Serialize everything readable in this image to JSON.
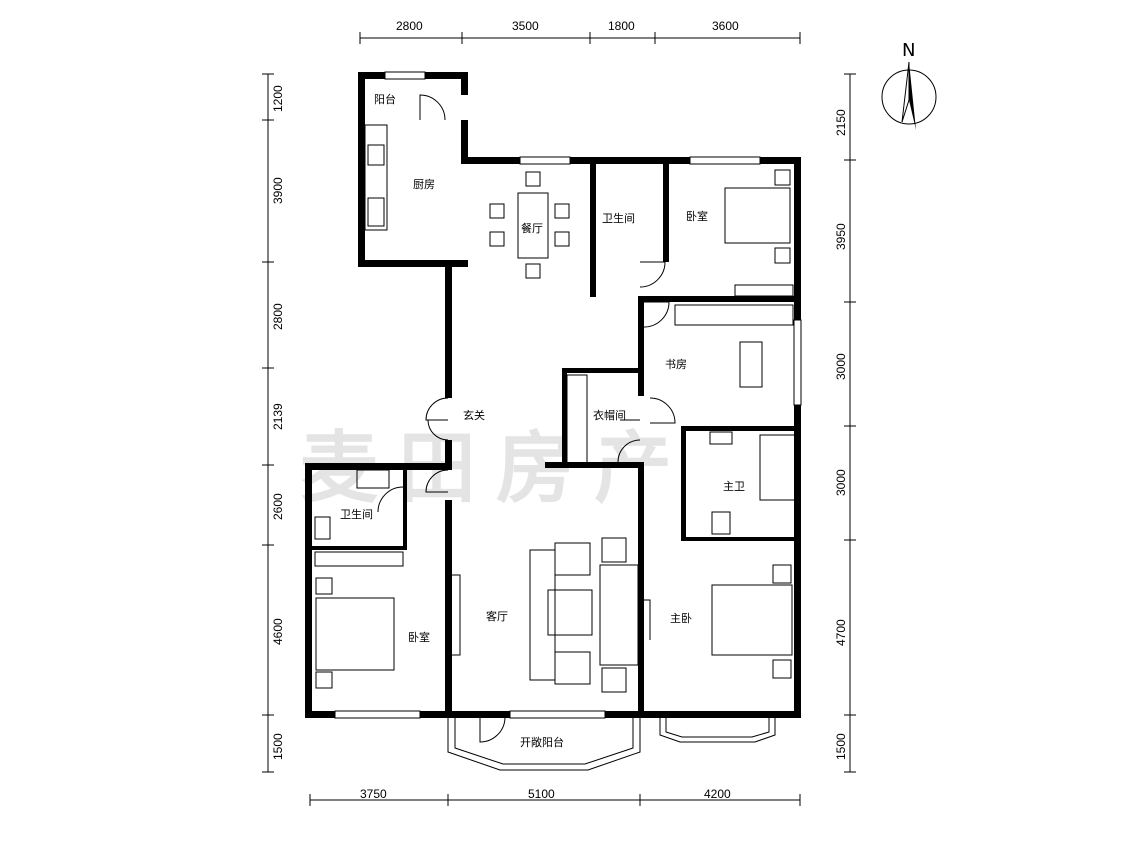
{
  "watermark": "麦田房产",
  "compass": {
    "label": "N"
  },
  "dims": {
    "top": [
      "2800",
      "3500",
      "1800",
      "3600"
    ],
    "bottom": [
      "3750",
      "5100",
      "4200"
    ],
    "left": [
      "1200",
      "3900",
      "2800",
      "2139",
      "2600",
      "4600",
      "1500"
    ],
    "right": [
      "2150",
      "3950",
      "3000",
      "3000",
      "4700",
      "1500"
    ]
  },
  "rooms": {
    "balcony": "阳台",
    "kitchen": "厨房",
    "dining": "餐厅",
    "bath_north": "卫生间",
    "bedroom_ne": "卧室",
    "study": "书房",
    "foyer": "玄关",
    "closet": "衣帽间",
    "master_bath": "主卫",
    "bath_west": "卫生间",
    "bedroom_w": "卧室",
    "living": "客厅",
    "master_bedroom": "主卧",
    "open_balcony": "开敞阳台"
  }
}
